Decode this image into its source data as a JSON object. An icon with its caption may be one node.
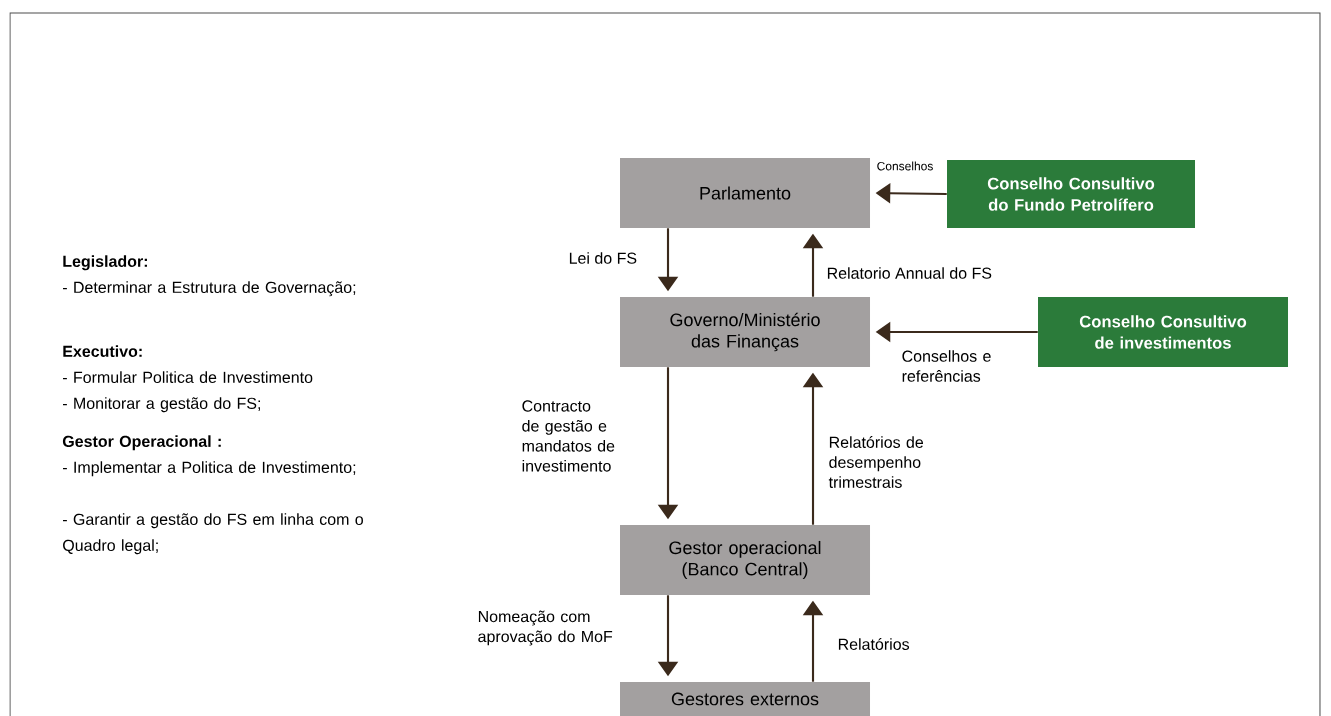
{
  "diagram": {
    "nodes": [
      {
        "text": [
          "Parlamento"
        ]
      },
      {
        "text": [
          "Conselho Consultivo do Fundo Petrolífero"
        ]
      },
      {
        "text": [
          "Governo/Ministério das Finanças"
        ]
      },
      {
        "text": [
          "Conselho Consultivo de investimentos"
        ]
      },
      {
        "text": [
          "Gestor operacional (Banco Central)"
        ]
      },
      {
        "text": [
          "Gestores externos"
        ]
      }
    ],
    "edges": [
      {
        "from": 1,
        "to": 0,
        "arrow": "to",
        "label": "Conselhos"
      },
      {
        "from": 0,
        "to": 2,
        "arrow": "to",
        "label": "Lei do FS"
      },
      {
        "from": 2,
        "to": 0,
        "arrow": "to",
        "label": "Relatorio Annual do FS"
      },
      {
        "from": 3,
        "to": 2,
        "arrow": "to",
        "label": "Conselhos e referências"
      },
      {
        "from": 2,
        "to": 4,
        "arrow": "to",
        "label": "Contracto de gestão e mandatos de investimento"
      },
      {
        "from": 4,
        "to": 2,
        "arrow": "to",
        "label": "Relatórios de desempenho trimestrais"
      },
      {
        "from": 4,
        "to": 5,
        "arrow": "to",
        "label": "Nomeação com aprovação do MoF"
      },
      {
        "from": 5,
        "to": 4,
        "arrow": "to",
        "label": "Relatórios"
      }
    ],
    "labels": [
      "Legislador:",
      "- Determinar a Estrutura de Governação;",
      "Executivo:",
      "- Formular Politica de Investimento",
      "- Monitorar a gestão do FS;",
      "Gestor Operacional :",
      "- Implementar a Politica de Investimento;",
      "- Garantir a gestão do FS em linha com o Quadro legal;"
    ]
  }
}
